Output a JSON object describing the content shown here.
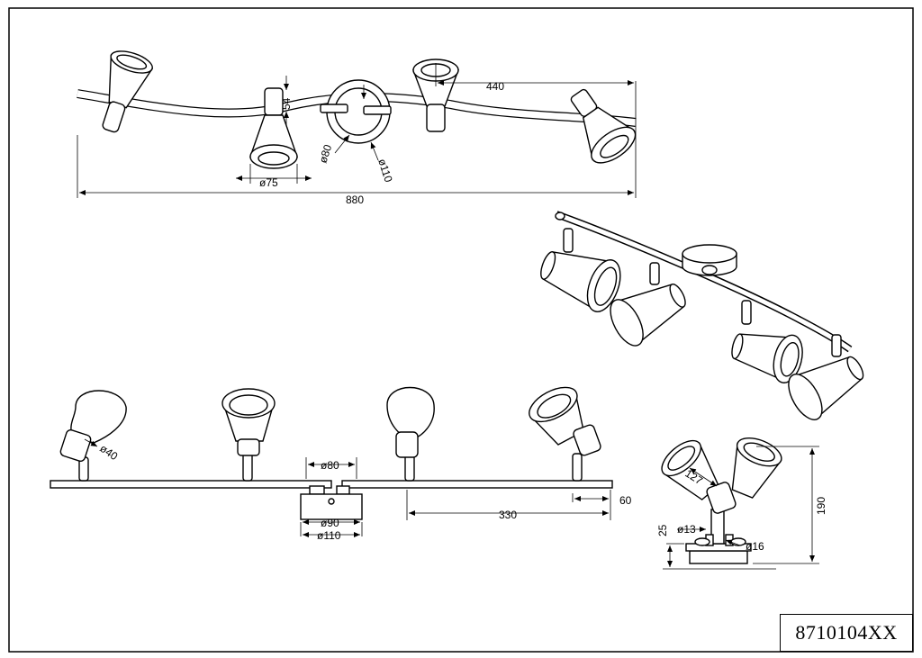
{
  "product_code": "8710104XX",
  "top_view": {
    "dims": {
      "spacing": "440",
      "depth": "54",
      "shade_diameter": "ø75",
      "plate_inner": "ø80",
      "plate_outer": "ø110",
      "length": "880"
    }
  },
  "front_view": {
    "dims": {
      "spot_diameter": "ø40",
      "base_top": "ø80",
      "base_mid": "ø90",
      "base_outer": "ø110",
      "spacing": "330",
      "overhang": "60"
    }
  },
  "side_view": {
    "dims": {
      "shade": "127",
      "height": "190",
      "knob": "ø13",
      "stem": "ø16",
      "stem_height": "25"
    }
  }
}
